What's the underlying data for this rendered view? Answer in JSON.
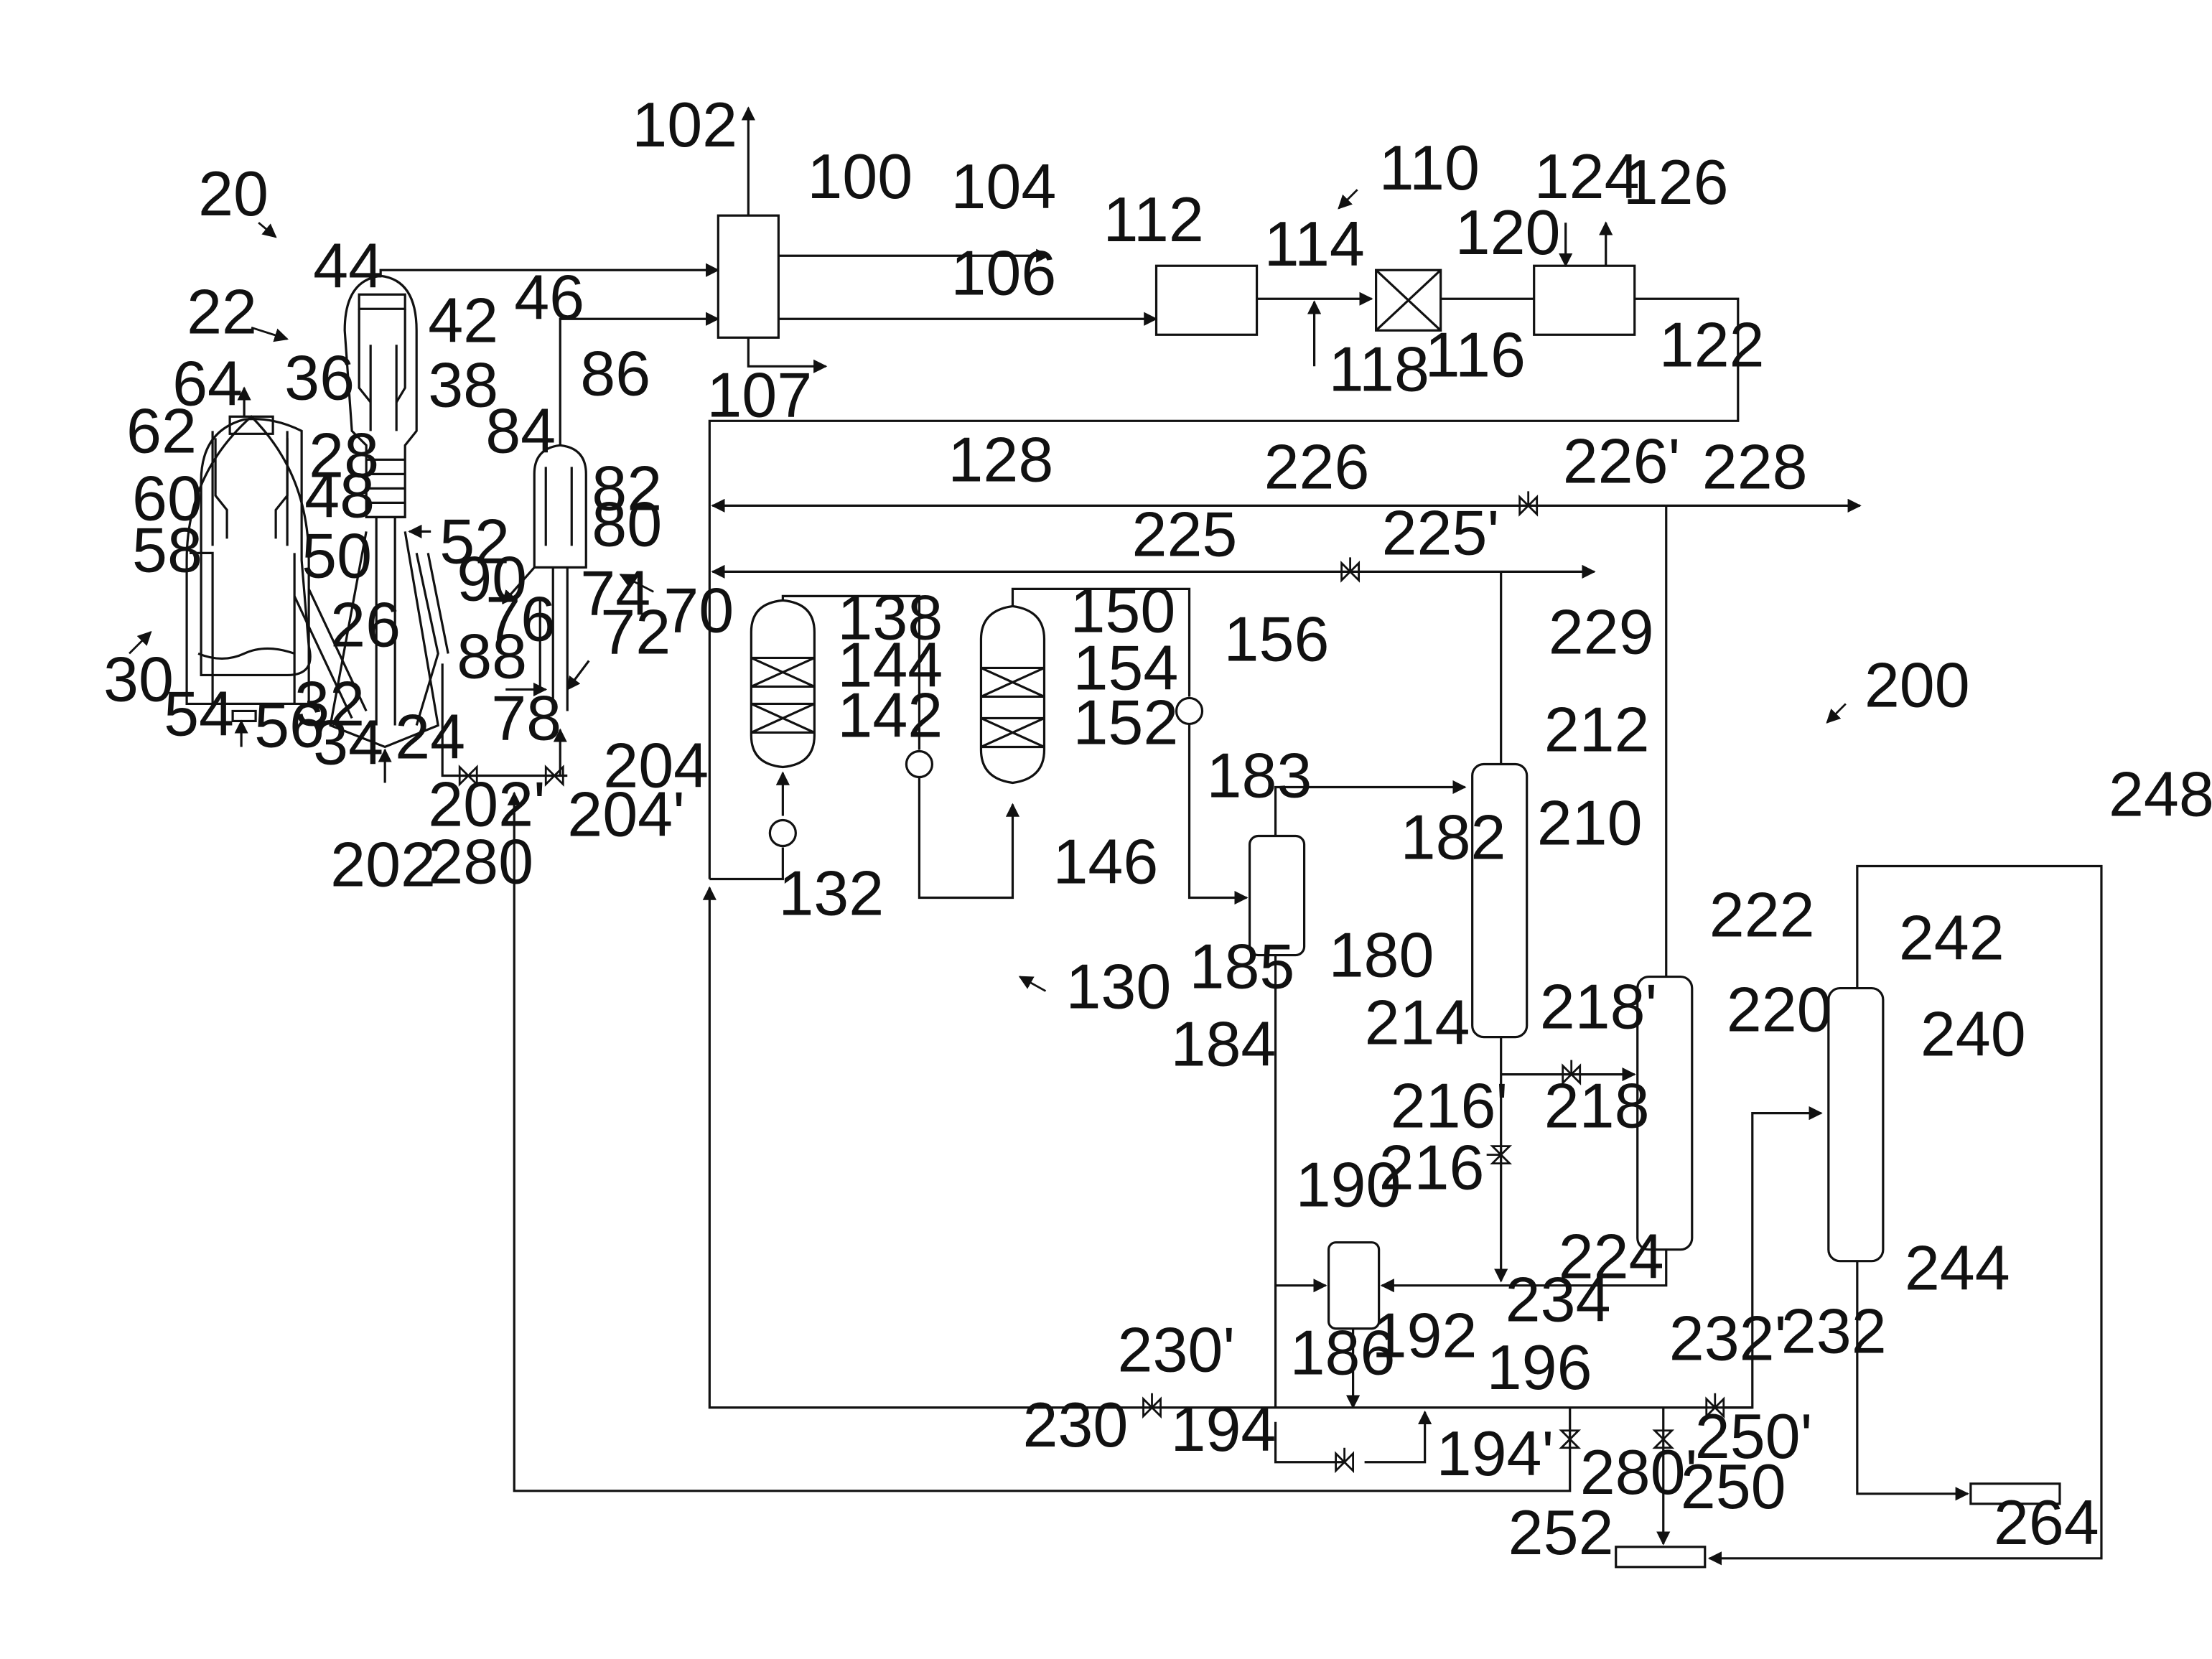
{
  "diagram": {
    "line_color": "#111111",
    "reference_numerals": [
      "20",
      "22",
      "24",
      "26",
      "28",
      "30",
      "32",
      "34",
      "36",
      "38",
      "42",
      "44",
      "46",
      "48",
      "50",
      "52",
      "54",
      "56",
      "58",
      "60",
      "62",
      "64",
      "70",
      "72",
      "74",
      "76",
      "78",
      "80",
      "82",
      "84",
      "86",
      "88",
      "90",
      "100",
      "102",
      "104",
      "106",
      "107",
      "110",
      "112",
      "114",
      "116",
      "118",
      "120",
      "122",
      "124",
      "126",
      "128",
      "130",
      "132",
      "138",
      "142",
      "144",
      "146",
      "150",
      "152",
      "154",
      "156",
      "180",
      "182",
      "183",
      "184",
      "185",
      "186",
      "190",
      "192",
      "194",
      "194'",
      "196",
      "200",
      "202",
      "202'",
      "204",
      "204'",
      "210",
      "212",
      "214",
      "216",
      "216'",
      "218",
      "218'",
      "220",
      "222",
      "224",
      "225",
      "225'",
      "226",
      "226'",
      "228",
      "229",
      "230",
      "230'",
      "232",
      "232'",
      "234",
      "240",
      "242",
      "244",
      "248",
      "250",
      "250'",
      "252",
      "264",
      "280",
      "280'"
    ],
    "symbols": {
      "valve": "bowtie-valve-icon",
      "heat_exchanger": "heat-exchanger-icon",
      "reactor_bed": "catalyst-bed-icon",
      "pointer": "reference-arrow-icon"
    }
  }
}
